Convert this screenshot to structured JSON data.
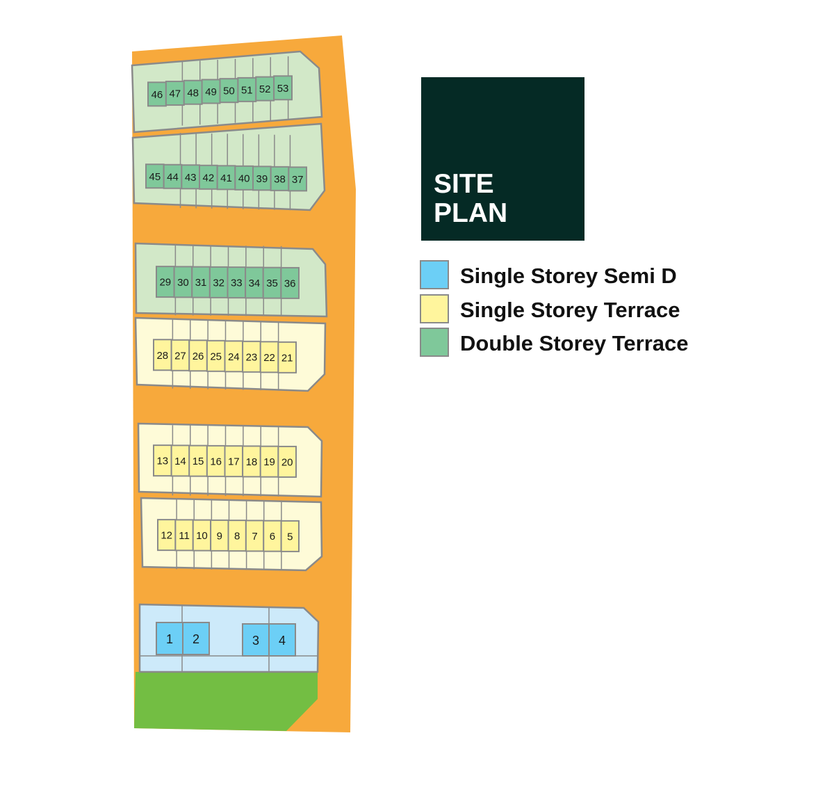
{
  "title": {
    "line1": "SITE",
    "line2": "PLAN"
  },
  "legend": [
    {
      "label": "Single Storey Semi D",
      "color": "#6ccff6"
    },
    {
      "label": "Single Storey Terrace",
      "color": "#fff59d"
    },
    {
      "label": "Double Storey Terrace",
      "color": "#7fc89a"
    }
  ],
  "colors": {
    "road": "#f7a93c",
    "green_space": "#73be43",
    "double_block_bg": "#d2e8c8",
    "terrace_block_bg": "#fefbd8",
    "semi_block_bg": "#cdeafa",
    "double_unit": "#7fc89a",
    "terrace_unit": "#fff59d",
    "semi_unit": "#6ccff6",
    "outline": "#8a8a8a"
  },
  "rows": [
    {
      "type": "double",
      "plots": [
        "46",
        "47",
        "48",
        "49",
        "50",
        "51",
        "52",
        "53"
      ]
    },
    {
      "type": "double",
      "plots": [
        "45",
        "44",
        "43",
        "42",
        "41",
        "40",
        "39",
        "38",
        "37"
      ]
    },
    {
      "type": "double",
      "plots": [
        "29",
        "30",
        "31",
        "32",
        "33",
        "34",
        "35",
        "36"
      ]
    },
    {
      "type": "terrace",
      "plots": [
        "28",
        "27",
        "26",
        "25",
        "24",
        "23",
        "22",
        "21"
      ]
    },
    {
      "type": "terrace",
      "plots": [
        "13",
        "14",
        "15",
        "16",
        "17",
        "18",
        "19",
        "20"
      ]
    },
    {
      "type": "terrace",
      "plots": [
        "12",
        "11",
        "10",
        "9",
        "8",
        "7",
        "6",
        "5"
      ]
    },
    {
      "type": "semi",
      "plots": [
        "1",
        "2",
        "3",
        "4"
      ]
    }
  ]
}
